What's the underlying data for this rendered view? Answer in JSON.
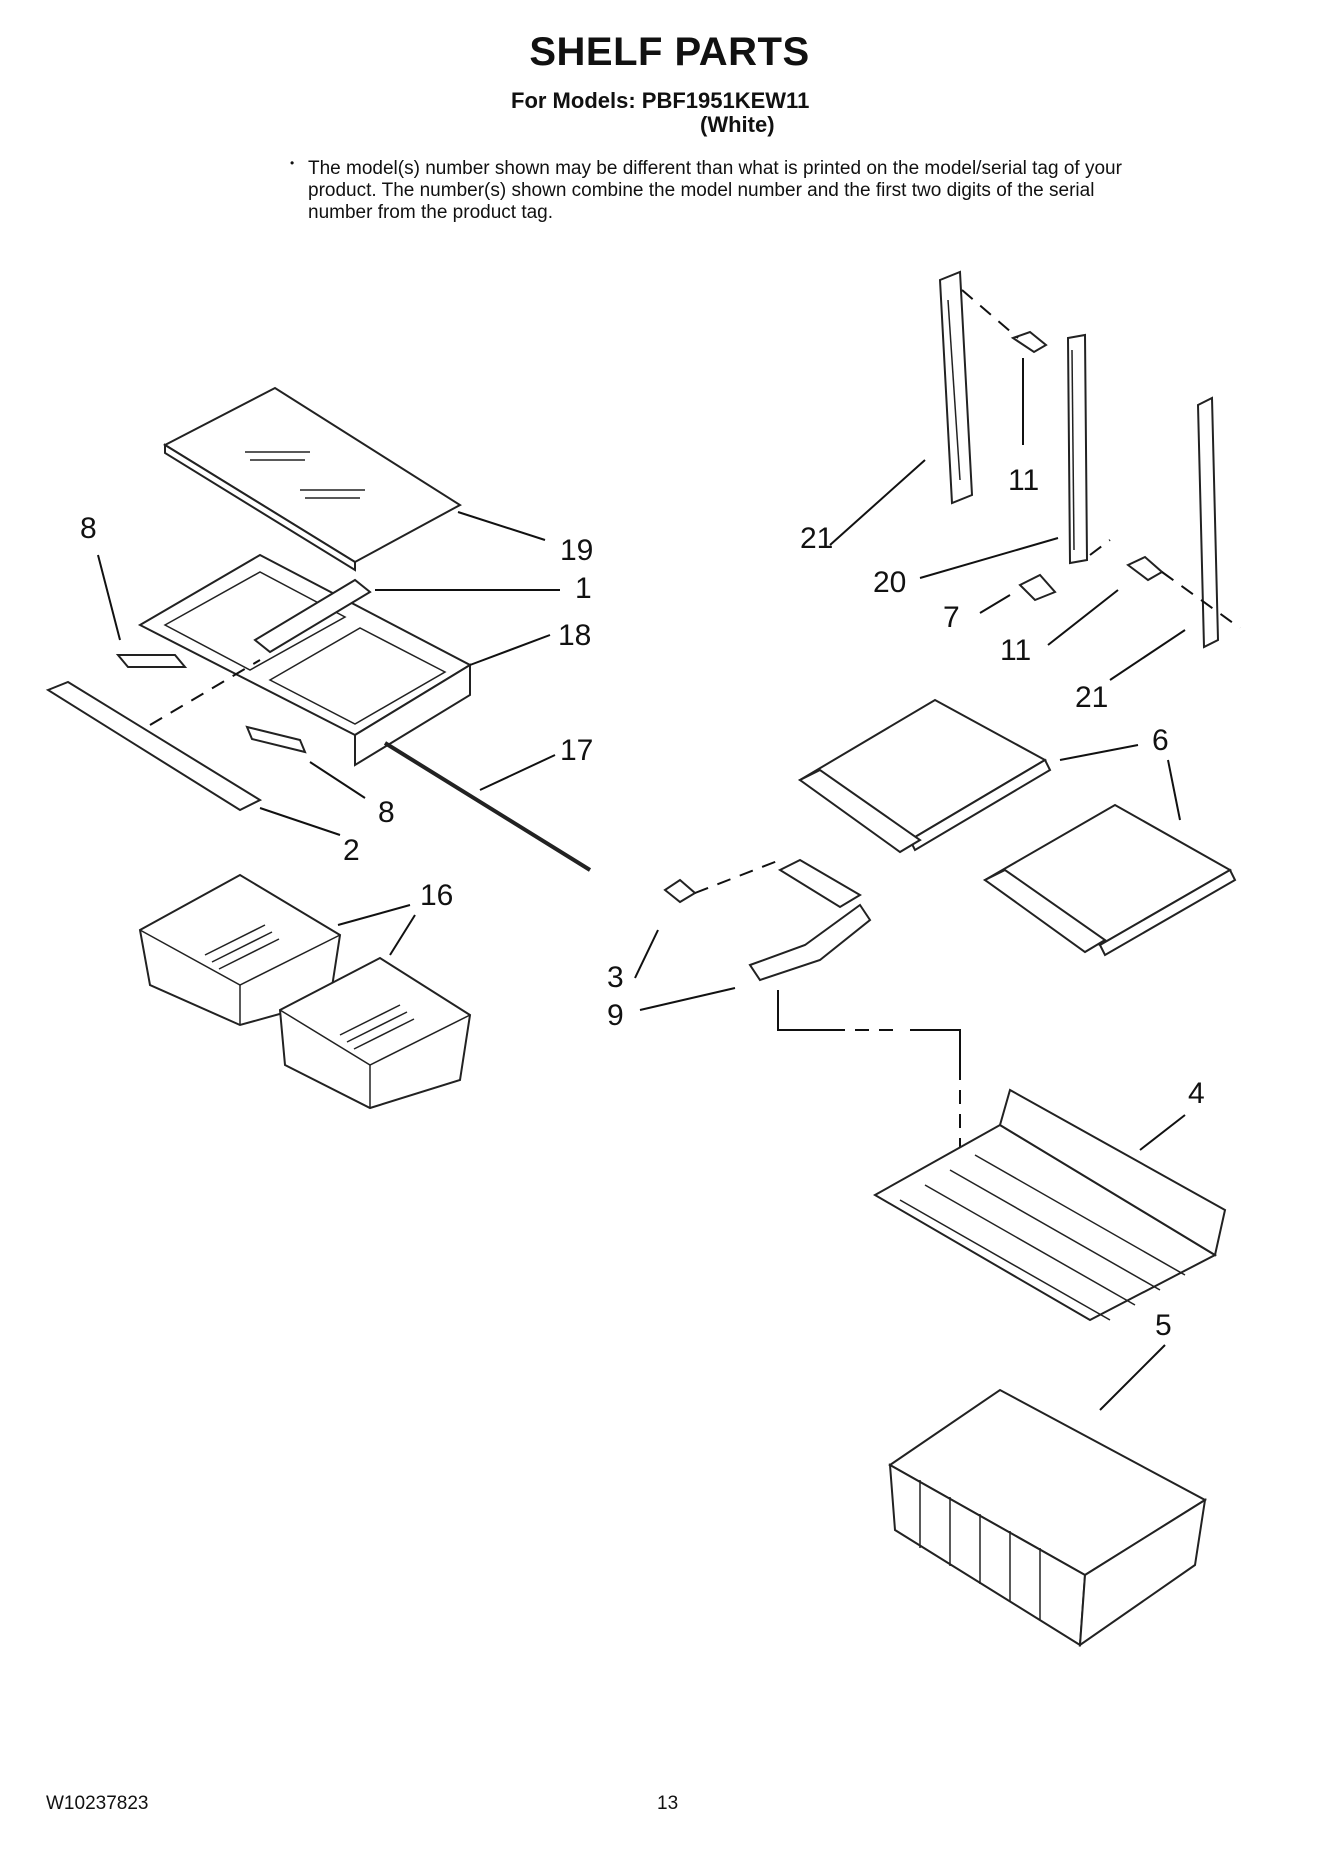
{
  "header": {
    "title": "SHELF PARTS",
    "models_line": "For Models: PBF1951KEW11",
    "variant": "(White)"
  },
  "note": "The model(s) number shown may be different than what is printed on the model/serial tag of your product. The number(s) shown combine the model number and the first two digits of the serial number from the product tag.",
  "callouts": [
    "19",
    "1",
    "8",
    "18",
    "17",
    "8",
    "2",
    "16",
    "21",
    "11",
    "20",
    "7",
    "11",
    "21",
    "6",
    "3",
    "9",
    "4",
    "5"
  ],
  "footer": {
    "doc_number": "W10237823",
    "page_number": "13"
  }
}
